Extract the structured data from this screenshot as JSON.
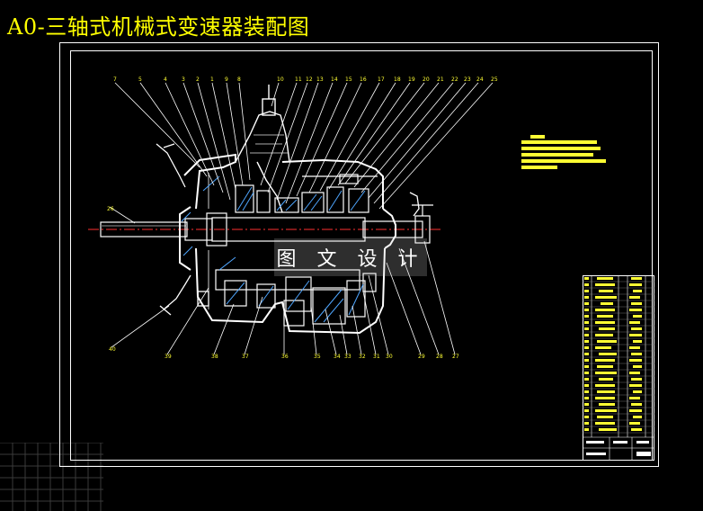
{
  "title": "A0-三轴式机械式变速器装配图",
  "watermark": "图 文 设 计",
  "colors": {
    "background": "#000000",
    "frame": "#ffffff",
    "title": "#ffff00",
    "centerline": "#ff3030",
    "hatch": "#4fa6ff",
    "text": "#ffff33"
  },
  "callouts": {
    "top": [
      "7",
      "5",
      "4",
      "3",
      "2",
      "1",
      "9",
      "8",
      "10",
      "11",
      "12",
      "13",
      "14",
      "15",
      "16",
      "17",
      "18",
      "19",
      "20",
      "21",
      "22",
      "23",
      "24",
      "25"
    ],
    "bottom": [
      "40",
      "39",
      "38",
      "37",
      "36",
      "35",
      "34",
      "33",
      "32",
      "31",
      "30",
      "29",
      "28",
      "27",
      "26"
    ]
  }
}
